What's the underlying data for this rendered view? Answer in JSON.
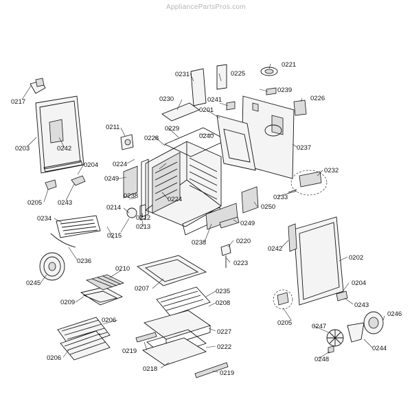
{
  "watermark": "AppliancePartsPros.com",
  "labels": {
    "0201": "0201",
    "0202": "0202",
    "0203": "0203",
    "0204a": "0204",
    "0204b": "0204",
    "0205a": "0205",
    "0205b": "0205",
    "0206a": "0206",
    "0206b": "0206",
    "0207": "0207",
    "0208": "0208",
    "0209": "0209",
    "0210": "0210",
    "0211": "0211",
    "0212": "0212",
    "0213": "0213",
    "0214": "0214",
    "0215": "0215",
    "0217": "0217",
    "0218": "0218",
    "0219a": "0219",
    "0219b": "0219",
    "0220": "0220",
    "0221": "0221",
    "0222": "0222",
    "0223": "0223",
    "0224a": "0224",
    "0224b": "0224",
    "0225": "0225",
    "0226": "0226",
    "0227": "0227",
    "0228": "0228",
    "0229": "0229",
    "0230": "0230",
    "0231": "0231",
    "0232": "0232",
    "0233": "0233",
    "0234": "0234",
    "0235": "0235",
    "0236": "0236",
    "0237": "0237",
    "0238a": "0238",
    "0238b": "0238",
    "0239": "0239",
    "0240": "0240",
    "0241": "0241",
    "0242a": "0242",
    "0242b": "0242",
    "0243a": "0243",
    "0243b": "0243",
    "0244": "0244",
    "0245": "0245",
    "0246": "0246",
    "0247": "0247",
    "0248": "0248",
    "0249a": "0249",
    "0249b": "0249",
    "0250": "0250"
  }
}
